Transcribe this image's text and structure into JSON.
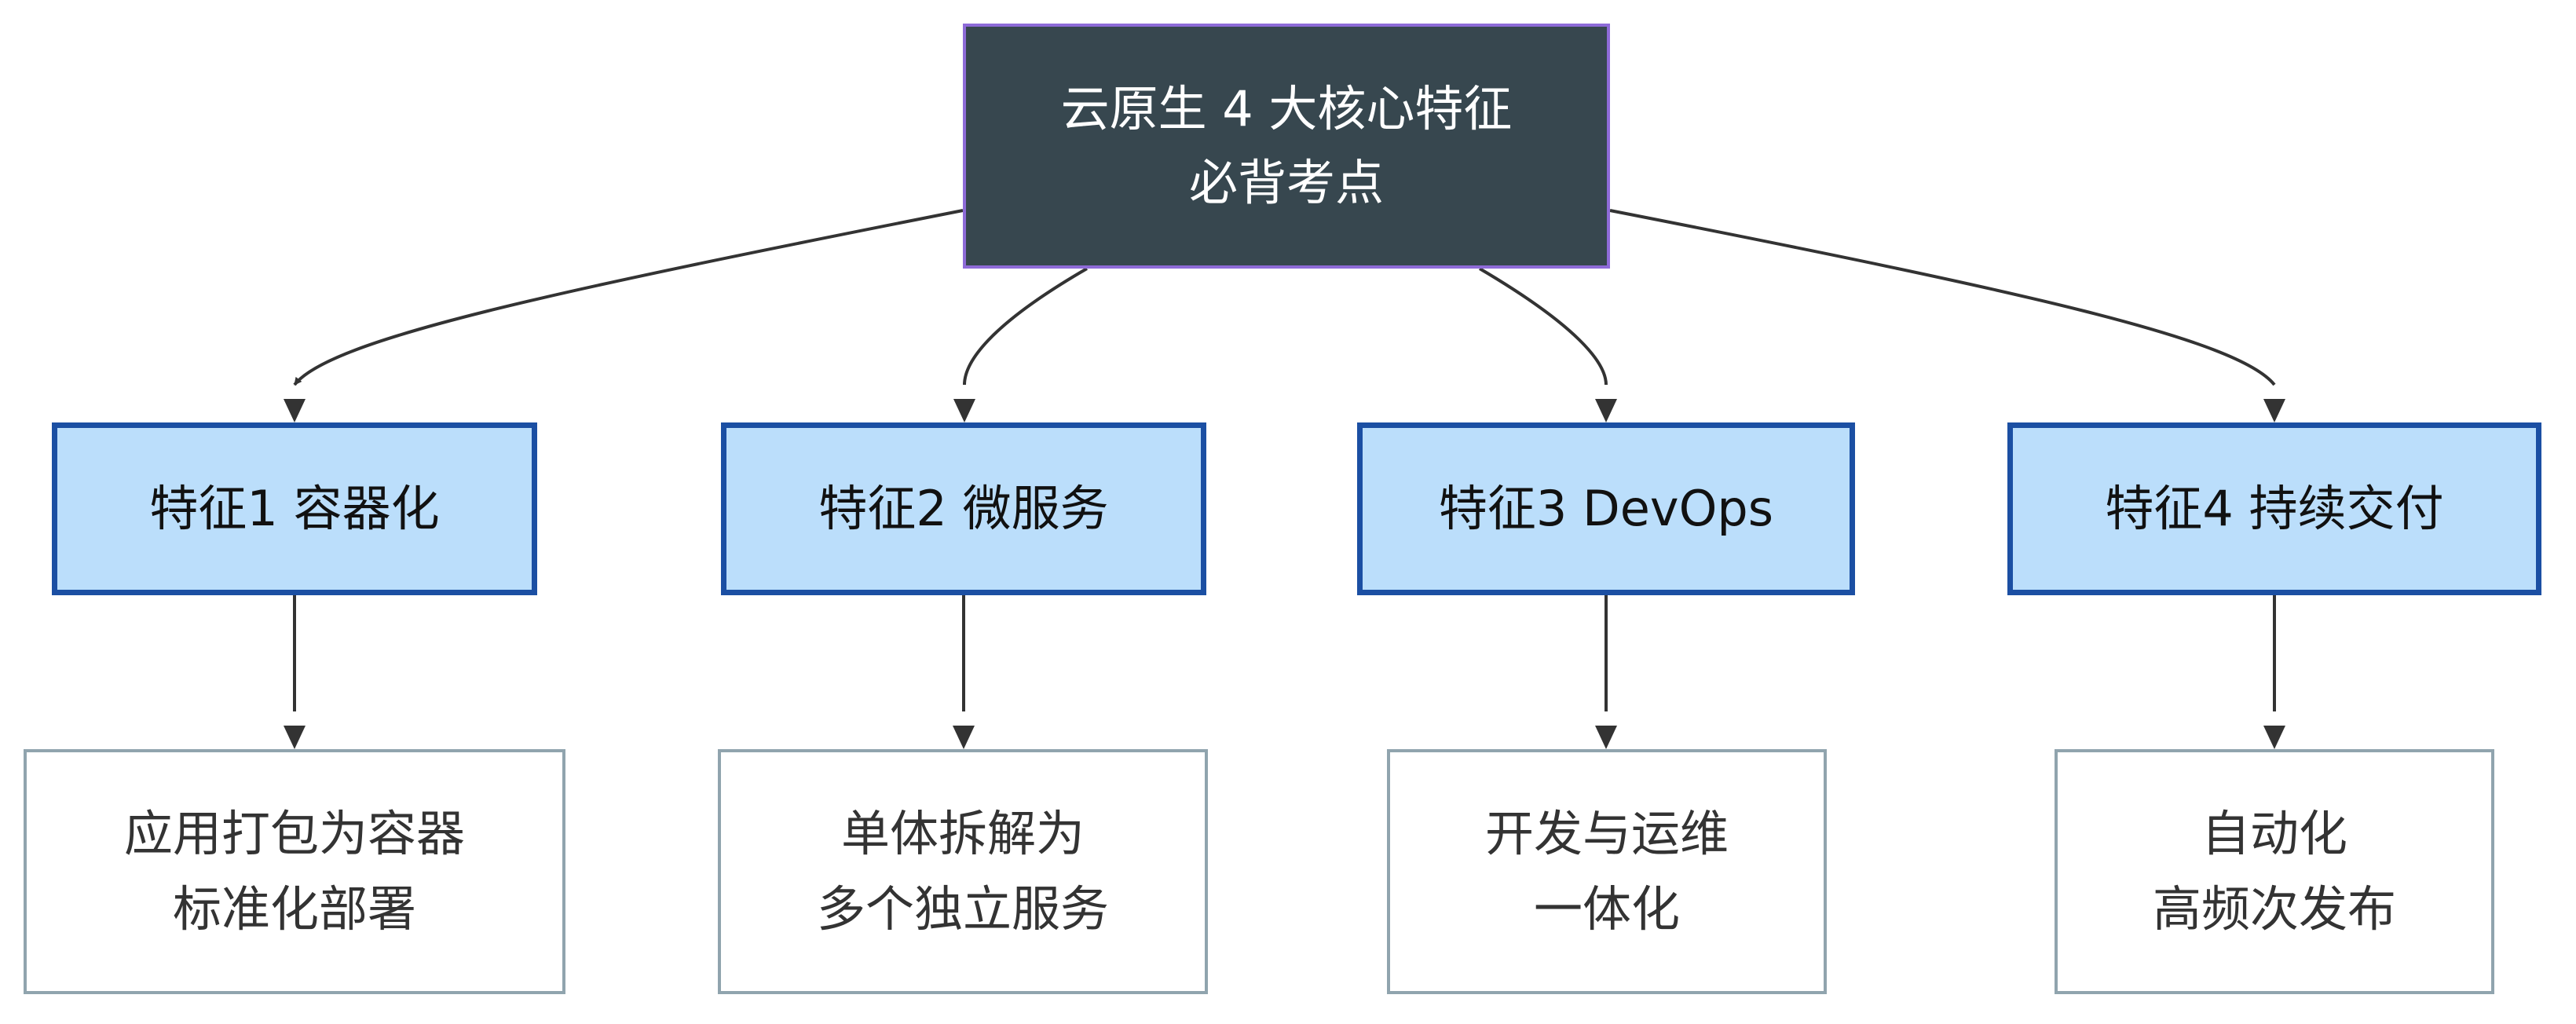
{
  "root": {
    "line1": "云原生 4 大核心特征",
    "line2": "必背考点"
  },
  "features": [
    {
      "label": "特征1 容器化"
    },
    {
      "label": "特征2 微服务"
    },
    {
      "label": "特征3 DevOps"
    },
    {
      "label": "特征4 持续交付"
    }
  ],
  "details": [
    {
      "line1": "应用打包为容器",
      "line2": "标准化部署"
    },
    {
      "line1": "单体拆解为",
      "line2": "多个独立服务"
    },
    {
      "line1": "开发与运维",
      "line2": "一体化"
    },
    {
      "line1": "自动化",
      "line2": "高频次发布"
    }
  ],
  "colors": {
    "root_fill": "#37474f",
    "root_border": "#8e6bd8",
    "feature_fill": "#bbdefb",
    "feature_border": "#1b4fa3",
    "detail_border": "#90a4ae",
    "connector": "#333333"
  }
}
